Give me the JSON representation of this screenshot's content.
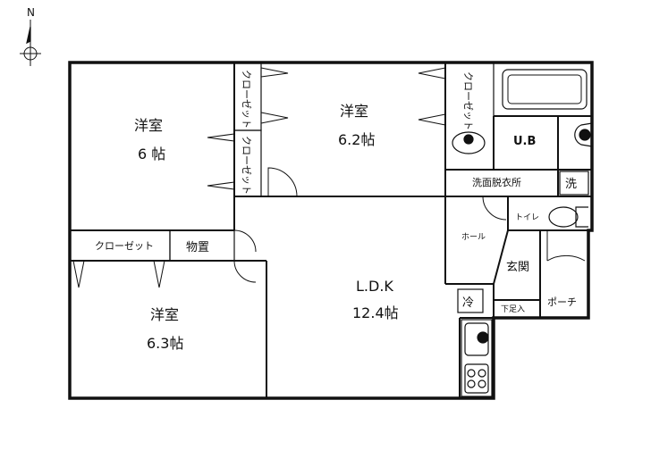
{
  "compass": {
    "letter": "N"
  },
  "rooms": {
    "room_nw": {
      "name": "洋室",
      "size": "6 帖"
    },
    "room_north": {
      "name": "洋室",
      "size": "6.2帖"
    },
    "room_sw": {
      "name": "洋室",
      "size": "6.3帖"
    },
    "ldk": {
      "name": "L.D.K",
      "size": "12.4帖"
    }
  },
  "spaces": {
    "closet_1": "クローゼット",
    "closet_2": "クローゼット",
    "closet_3": "クローゼット",
    "closet_4": "クローゼット",
    "storage": "物置",
    "unit_bath": "U.B",
    "washroom": "洗面脱衣所",
    "washer": "洗",
    "toilet": "トイレ",
    "hall": "ホール",
    "entrance": "玄関",
    "shoe_box": "下足入",
    "porch": "ポーチ",
    "fridge": "冷"
  },
  "colors": {
    "line": "#111111",
    "wall": "#222222",
    "background": "#ffffff"
  }
}
